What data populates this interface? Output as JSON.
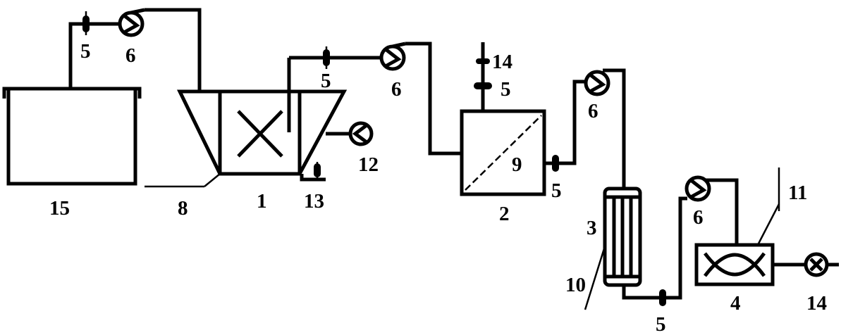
{
  "labels": {
    "tank": "15",
    "pump_top_left": "6",
    "valve_top_left": "5",
    "valve_mid": "5",
    "pump_mid": "6",
    "base_plate": "8",
    "reactor": "1",
    "valve_drain": "13",
    "blower": "12",
    "valve_top_box": "14",
    "valve_upper_box": "5",
    "filter_box": "9",
    "filter_box_num": "2",
    "valve_right_box": "5",
    "pump_upper_right": "6",
    "column": "3",
    "column_jacket": "10",
    "valve_bottom": "5",
    "pump_lower_right": "6",
    "exchanger": "4",
    "exchanger_side": "11",
    "outlet_pump": "14"
  }
}
